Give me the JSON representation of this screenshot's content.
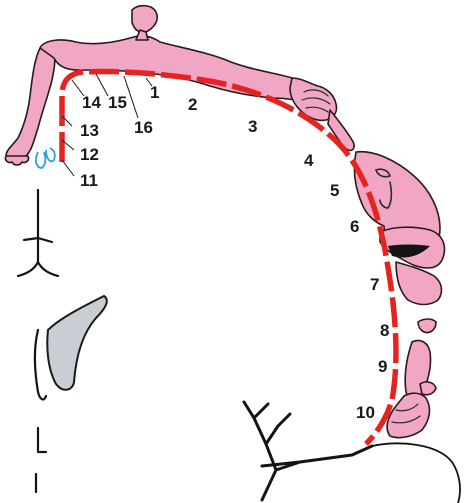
{
  "diagram": {
    "colors": {
      "homunculus": "#f2a6c6",
      "strip": "#e52421",
      "outline": "#2a1a1a",
      "ventricle": "#c9ced4",
      "toe_accent": "#2f9fd8"
    },
    "labels": [
      "1",
      "2",
      "3",
      "4",
      "5",
      "6",
      "7",
      "8",
      "9",
      "10",
      "11",
      "12",
      "13",
      "14",
      "15",
      "16"
    ]
  }
}
